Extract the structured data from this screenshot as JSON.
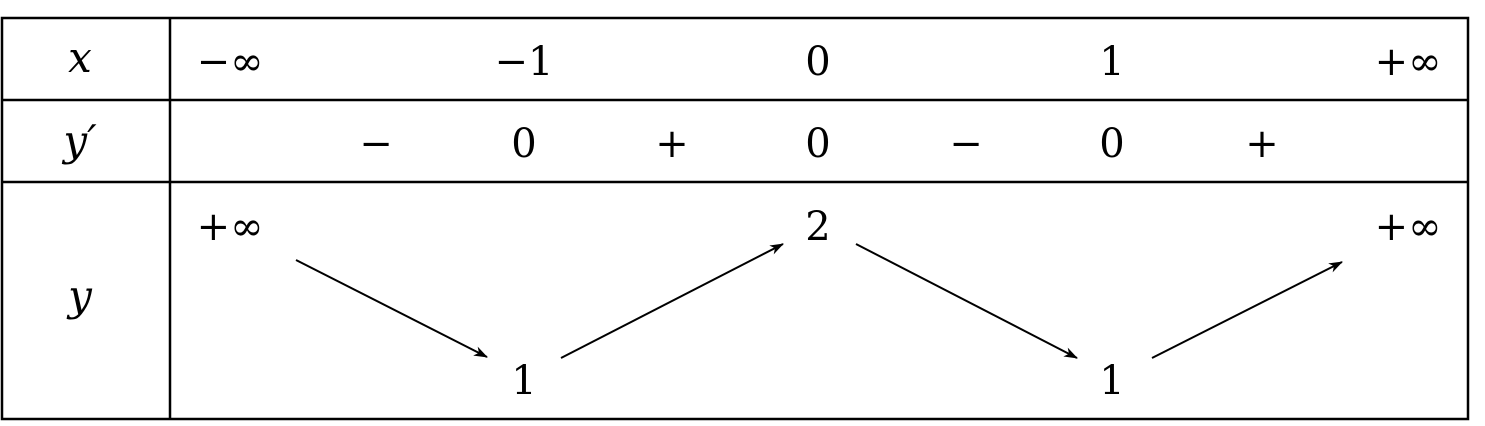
{
  "variation_table": {
    "row_labels": {
      "x": "x",
      "y_prime": "y′",
      "y": "y"
    },
    "x_values": [
      "−∞",
      "−1",
      "0",
      "1",
      "+∞"
    ],
    "y_prime_signs": [
      "−",
      "0",
      "+",
      "0",
      "−",
      "0",
      "+"
    ],
    "y_values": {
      "left_top": "+∞",
      "min_1": "1",
      "max": "2",
      "min_2": "1",
      "right_top": "+∞"
    }
  }
}
